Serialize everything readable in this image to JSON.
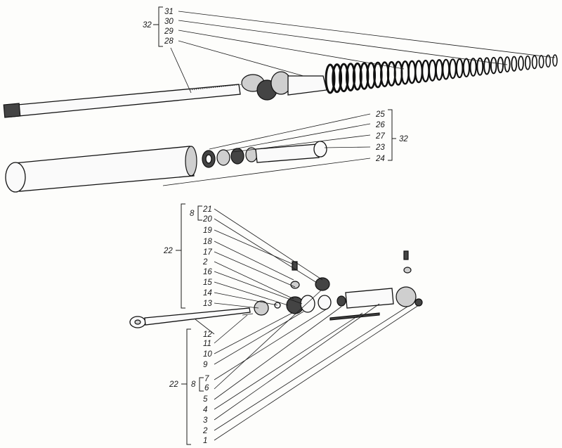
{
  "labels": {
    "top_group": [
      "31",
      "30",
      "29",
      "28"
    ],
    "top_group_code": "32",
    "mid_group": [
      "25",
      "26",
      "27",
      "23",
      "24"
    ],
    "mid_group_code": "32",
    "upper_left": [
      "21",
      "20",
      "19",
      "18",
      "17",
      "2",
      "16",
      "15",
      "14",
      "13"
    ],
    "upper_left_code": "22",
    "upper_sub_code": "8",
    "lower_left": [
      "12",
      "11",
      "10",
      "9",
      "7",
      "6",
      "5",
      "4",
      "3",
      "2",
      "1"
    ],
    "lower_left_code": "22",
    "lower_sub_code": "8"
  },
  "colors": {
    "ink": "#1a1a1a",
    "paper": "#fdfdfb"
  }
}
